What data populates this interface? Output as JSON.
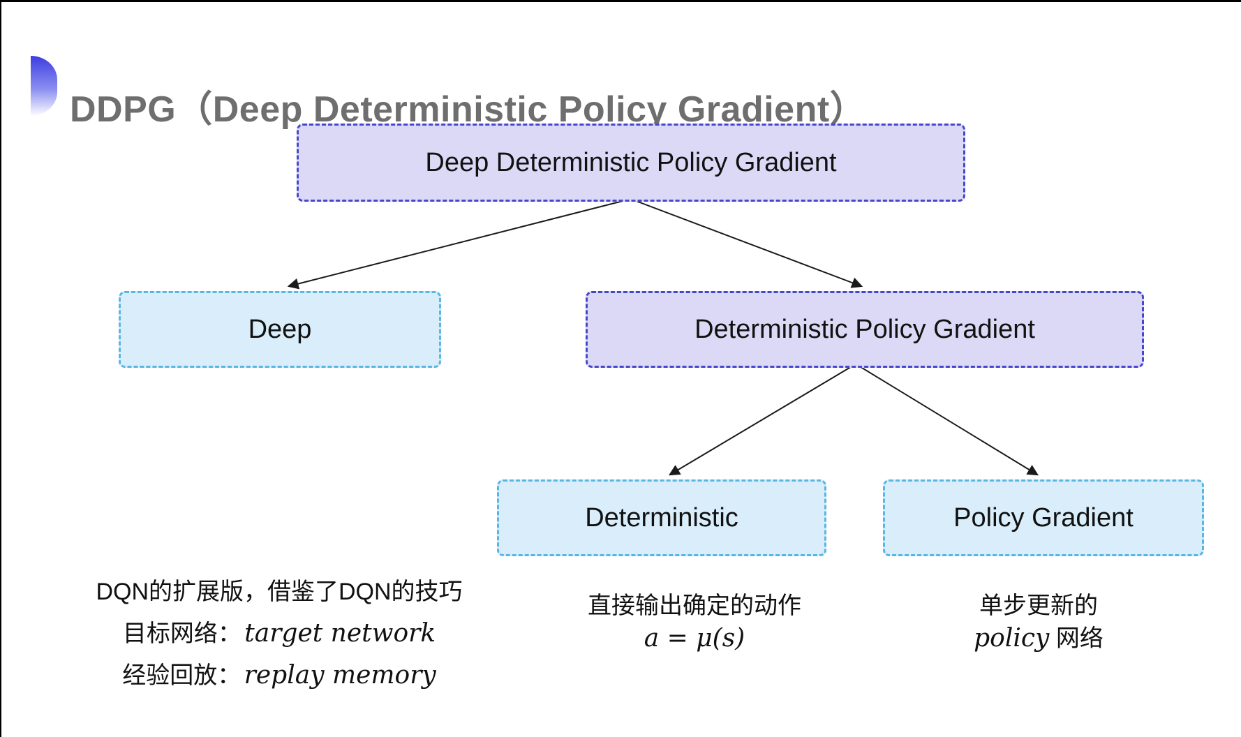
{
  "header": {
    "title": "DDPG（Deep Deterministic Policy Gradient）",
    "bullet_icon": "half-circle-gradient"
  },
  "tree": {
    "root": {
      "label": "Deep Deterministic Policy Gradient"
    },
    "deep": {
      "label": "Deep"
    },
    "dpg": {
      "label": "Deterministic Policy Gradient"
    },
    "deterministic": {
      "label": "Deterministic"
    },
    "policy_gradient": {
      "label": "Policy Gradient"
    }
  },
  "notes": {
    "deep": {
      "line1": "DQN的扩展版，借鉴了DQN的技巧",
      "line2_label": "目标网络：",
      "line2_term": "target network",
      "line3_label": "经验回放：",
      "line3_term": "replay memory"
    },
    "deterministic": {
      "line1": "直接输出确定的动作",
      "formula": "a = μ(s)"
    },
    "policy_gradient": {
      "line1": "单步更新的",
      "term": "policy",
      "suffix": " 网络"
    }
  },
  "colors": {
    "indigo_border": "#4646cd",
    "lavender_fill": "#dcd9f6",
    "cyan_border": "#58b6e4",
    "cyan_fill": "#d9eefa",
    "title_gray": "#6e6e6e",
    "arrow_color": "#1a1a1a",
    "text_black": "#111111",
    "bullet_top": "#3d3de0",
    "bullet_bottom": "#fdfdff"
  }
}
